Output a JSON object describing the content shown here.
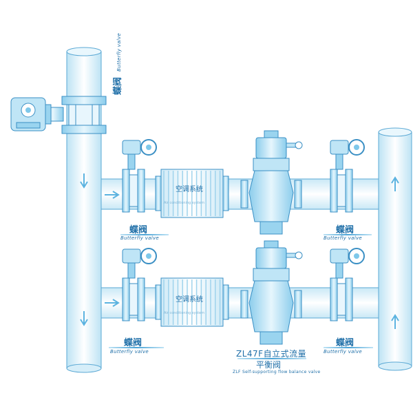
{
  "labels": {
    "butterfly_cn": "蝶阀",
    "butterfly_en": "Butterfly valve",
    "system_cn": "空调系统",
    "system_en": "Air conditioning system",
    "zlf_cn_line1": "ZL47F自立式流量",
    "zlf_cn_line2": "平衡阀",
    "zlf_en": "ZLF Self-supporting flow balance valve"
  },
  "colors": {
    "pipe_fill": "#f4fbfe",
    "outline": "#3a8fc4",
    "accent": "#7ec8ea",
    "arrow": "#5bb3e0",
    "text": "#1f6fa8"
  },
  "icons": [
    "actuator-icon",
    "butterfly-valve-icon",
    "balance-valve-icon",
    "flow-arrow-icon",
    "flange-icon"
  ]
}
